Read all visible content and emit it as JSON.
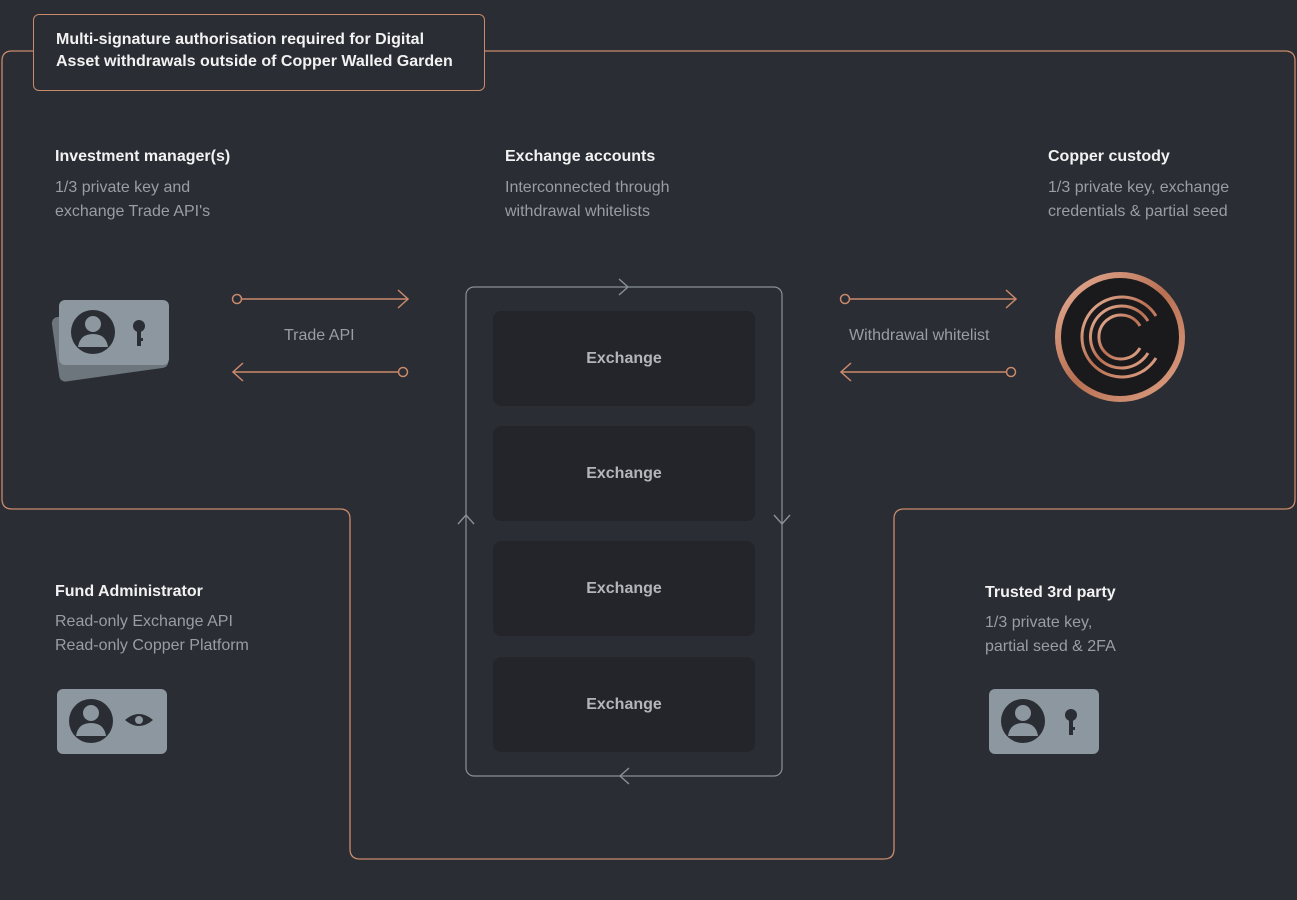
{
  "banner": {
    "line1": "Multi-signature authorisation required for Digital",
    "line2": "Asset withdrawals outside of Copper Walled Garden"
  },
  "investment_manager": {
    "title": "Investment manager(s)",
    "line1": "1/3 private key and",
    "line2": "exchange Trade API's"
  },
  "exchange_accounts": {
    "title": "Exchange accounts",
    "line1": "Interconnected through",
    "line2": "withdrawal whitelists",
    "cards": [
      "Exchange",
      "Exchange",
      "Exchange",
      "Exchange"
    ]
  },
  "copper_custody": {
    "title": "Copper custody",
    "line1": "1/3 private key, exchange",
    "line2": "credentials & partial seed"
  },
  "fund_administrator": {
    "title": "Fund Administrator",
    "line1": "Read-only Exchange API",
    "line2": "Read-only Copper Platform"
  },
  "trusted_party": {
    "title": "Trusted 3rd party",
    "line1": "1/3 private key,",
    "line2": "partial seed & 2FA"
  },
  "connectors": {
    "trade_api": "Trade API",
    "withdrawal_whitelist": "Withdrawal whitelist"
  },
  "icons": {
    "investment_manager": [
      "user-icon",
      "key-icon"
    ],
    "fund_administrator": [
      "user-icon",
      "eye-icon"
    ],
    "trusted_party": [
      "user-icon",
      "key-icon"
    ],
    "copper": "copper-logo-icon"
  },
  "colors": {
    "background": "#2a2d33",
    "accent": "#c98a6b",
    "card": "#23252b",
    "badge": "#8d979f"
  }
}
